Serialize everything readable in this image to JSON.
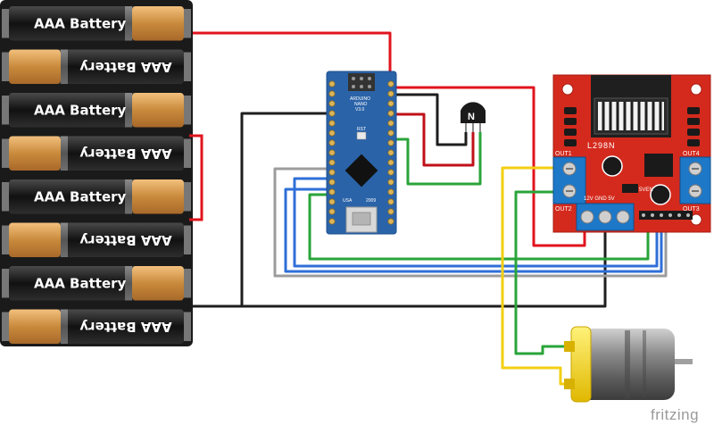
{
  "battery_pack": {
    "cells": [
      {
        "label": "AAA Battery",
        "orientation": "normal"
      },
      {
        "label": "AAA Battery",
        "orientation": "flipped"
      },
      {
        "label": "AAA Battery",
        "orientation": "normal"
      },
      {
        "label": "AAA Battery",
        "orientation": "flipped"
      },
      {
        "label": "AAA Battery",
        "orientation": "normal"
      },
      {
        "label": "AAA Battery",
        "orientation": "flipped"
      },
      {
        "label": "AAA Battery",
        "orientation": "normal"
      },
      {
        "label": "AAA Battery",
        "orientation": "flipped"
      }
    ]
  },
  "arduino": {
    "line1": "ARDUINO",
    "line2": "NANO",
    "line3": "V3.0",
    "rst": "RST",
    "usa": "USA",
    "year": "2009"
  },
  "transistor": {
    "label": "N"
  },
  "driver": {
    "chip": "L298N",
    "out1": "OUT1",
    "out2": "OUT2",
    "out3": "OUT3",
    "out4": "OUT4",
    "power": "12V GND  5V",
    "sven": "5VEN"
  },
  "watermark": "fritzing",
  "colors": {
    "wire_red": "#e0141e",
    "wire_black": "#1e1e1e",
    "wire_green": "#2aa43a",
    "wire_blue": "#2f6fd8",
    "wire_gray": "#9c9c9c",
    "wire_yellow": "#f2cf12",
    "pcb_red": "#d42a1d",
    "nano_blue": "#2a63a8"
  }
}
